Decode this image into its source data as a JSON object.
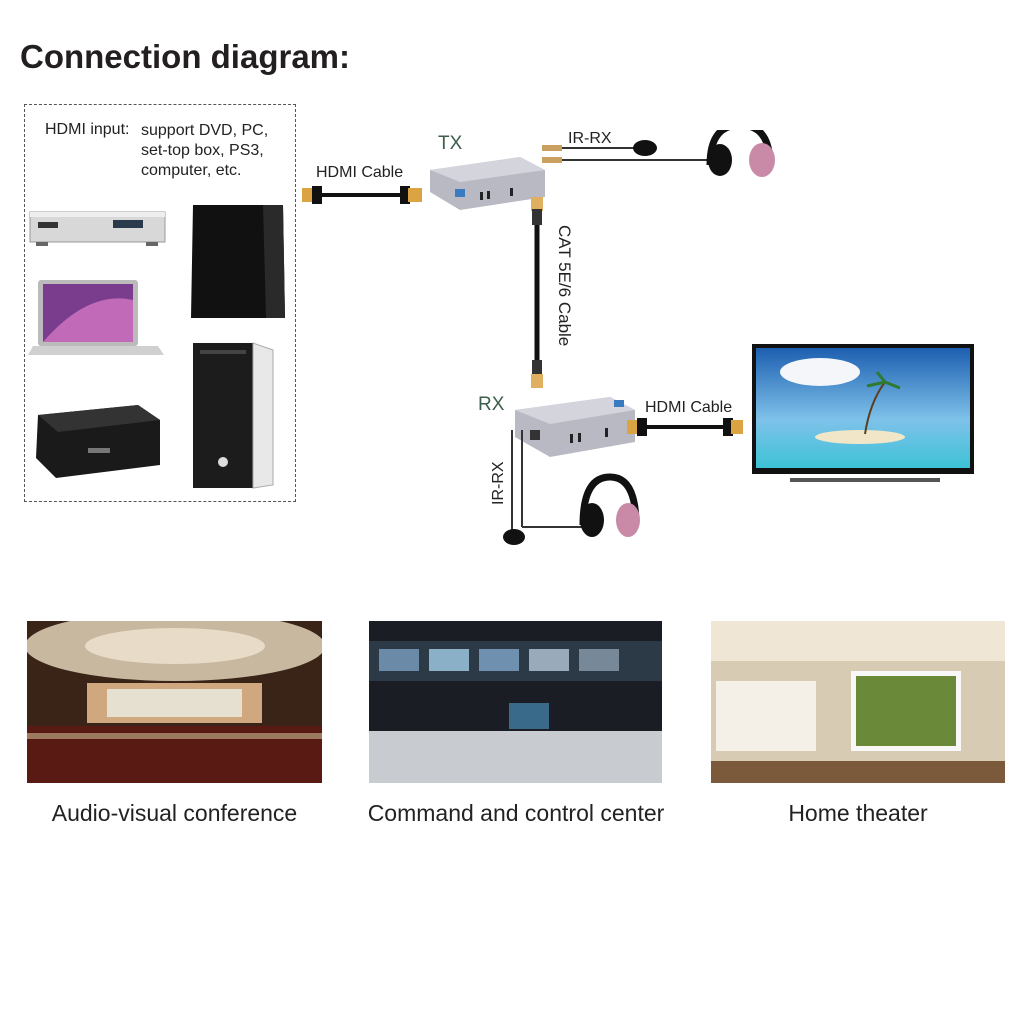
{
  "title": "Connection diagram:",
  "source": {
    "label": "HDMI input:",
    "description": [
      "support DVD, PC,",
      "set-top box, PS3,",
      "computer, etc."
    ]
  },
  "labels": {
    "hdmi_cable_tx": "HDMI Cable",
    "tx": "TX",
    "ir_rx_tx": "IR-RX",
    "cat_cable": "CAT 5E/6 Cable",
    "rx": "RX",
    "hdmi_cable_rx": "HDMI Cable",
    "ir_rx_rx": "IR-RX"
  },
  "applications": [
    {
      "caption": "Audio-visual conference"
    },
    {
      "caption": "Command and control center"
    },
    {
      "caption": "Home theater"
    }
  ]
}
